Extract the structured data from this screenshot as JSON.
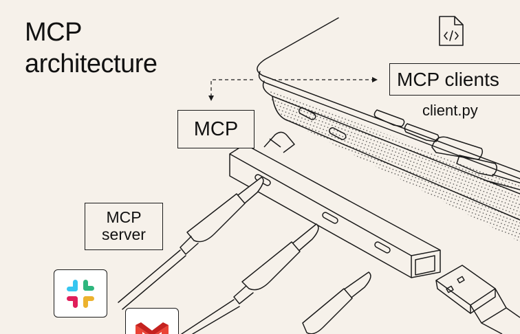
{
  "title": {
    "line1": "MCP",
    "line2": "architecture"
  },
  "labels": {
    "mcp": "MCP",
    "clients": "MCP clients",
    "client_file": "client.py",
    "server_line1": "MCP",
    "server_line2": "server"
  },
  "icons": {
    "file": "code-file-icon",
    "slack": "slack-logo",
    "gmail": "gmail-logo"
  },
  "colors": {
    "background": "#f6f1ea",
    "ink": "#1a1a1a",
    "slack_blue": "#36c5f0",
    "slack_green": "#2eb67d",
    "slack_yellow": "#ecb22e",
    "slack_red": "#e01e5a",
    "gmail_red": "#ea4335"
  }
}
